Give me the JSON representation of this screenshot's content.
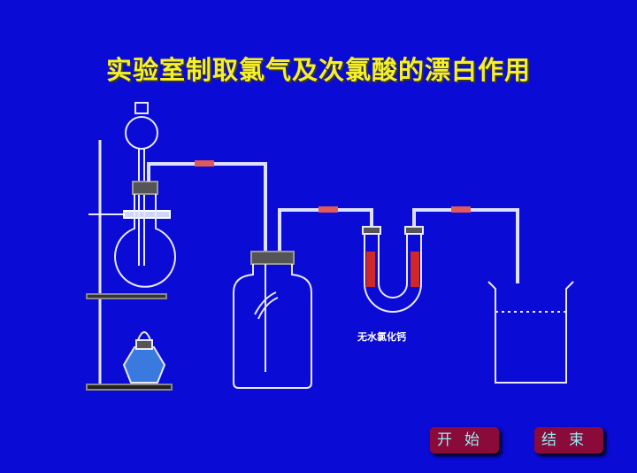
{
  "title": "实验室制取氯气及次氯酸的漂白作用",
  "labels": {
    "cacl2": "无水氯化钙"
  },
  "buttons": {
    "start": "开始",
    "end": "结束"
  },
  "colors": {
    "background": "#0b0bd6",
    "title": "#f5f02a",
    "button": "#8a0a3a",
    "button_text": "#8ff0f0"
  }
}
